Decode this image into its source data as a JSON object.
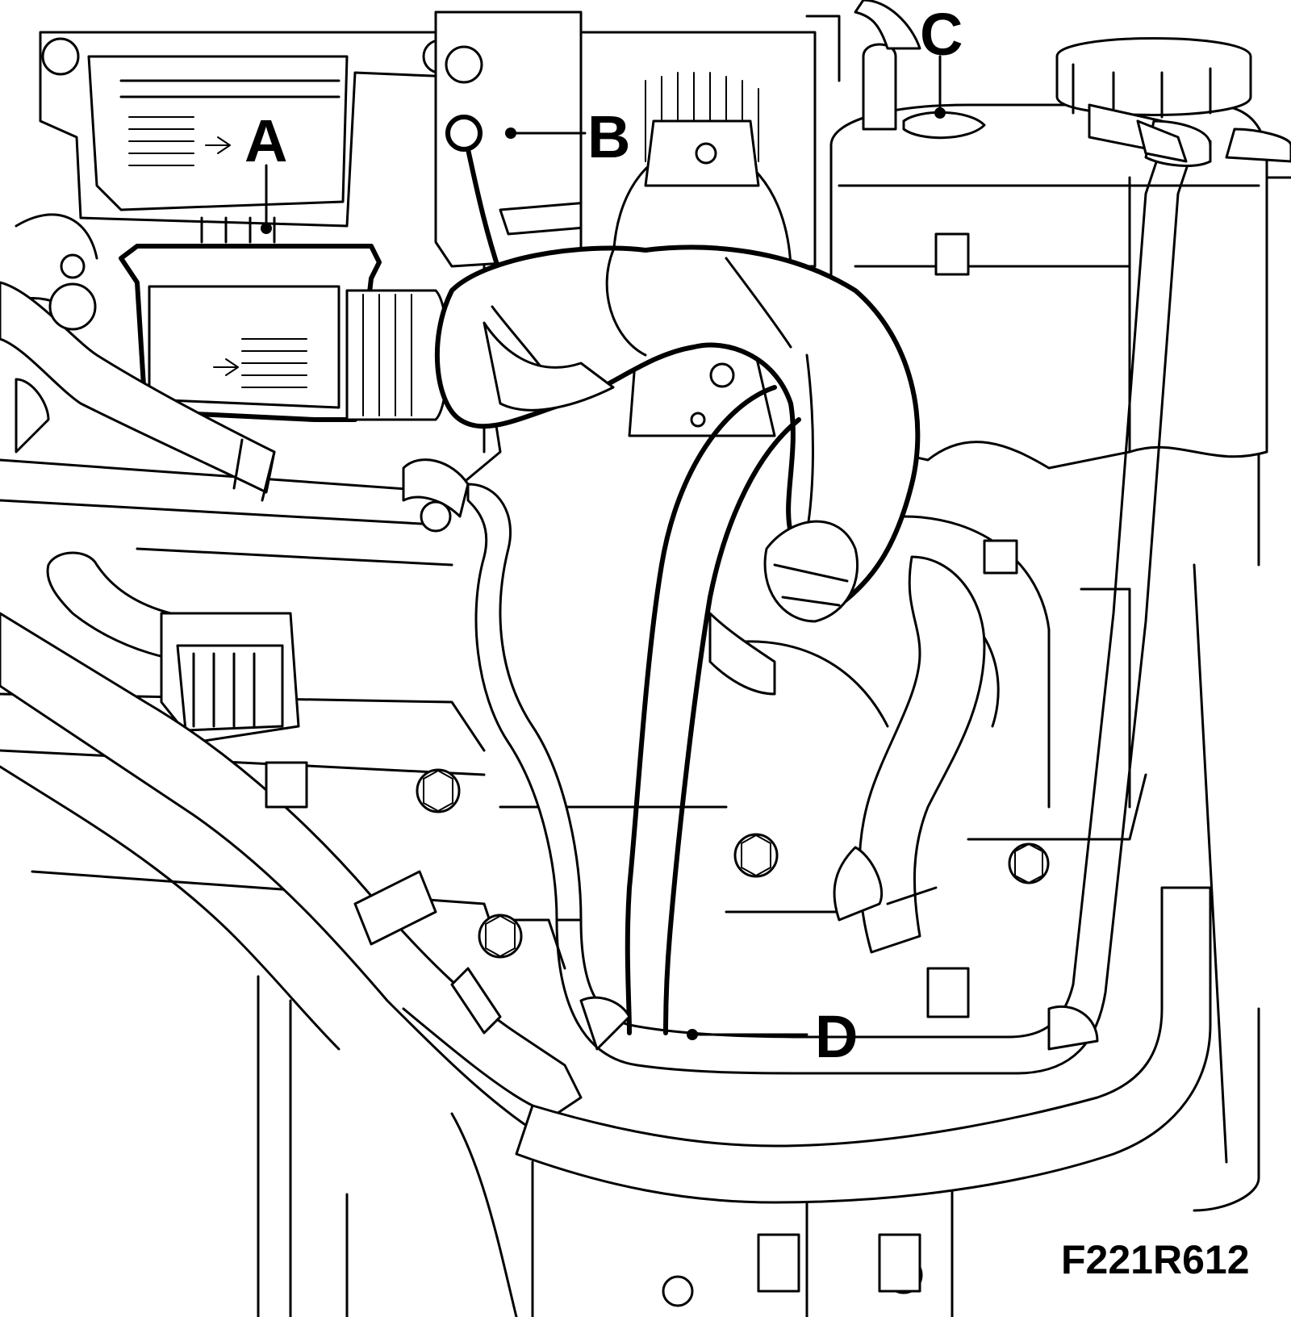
{
  "labels": {
    "a": "A",
    "b": "B",
    "c": "C",
    "d": "D"
  },
  "figure_code": "F221R612",
  "colors": {
    "ink": "#000000",
    "paper": "#ffffff"
  }
}
